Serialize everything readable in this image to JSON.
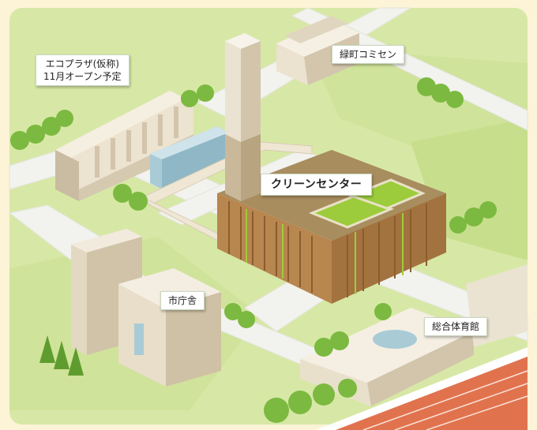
{
  "colors": {
    "background": "#fdf3d6",
    "ground": "#d7e8a6",
    "road": "#f2f2ee",
    "tree": "#7cb940",
    "building": "#e8ddc8",
    "facility_roof": "#a88d5f",
    "facility_wall": "#b8864f",
    "rooftop_green": "#9ccc3c",
    "track": "#e0734e"
  },
  "labels": {
    "ecoplaza": {
      "line1": "エコプラザ(仮称)",
      "line2": "11月オープン予定"
    },
    "midoricho": "緑町コミセン",
    "clean_center": "クリーンセンター",
    "city_hall": "市庁舎",
    "gym": "総合体育館"
  }
}
